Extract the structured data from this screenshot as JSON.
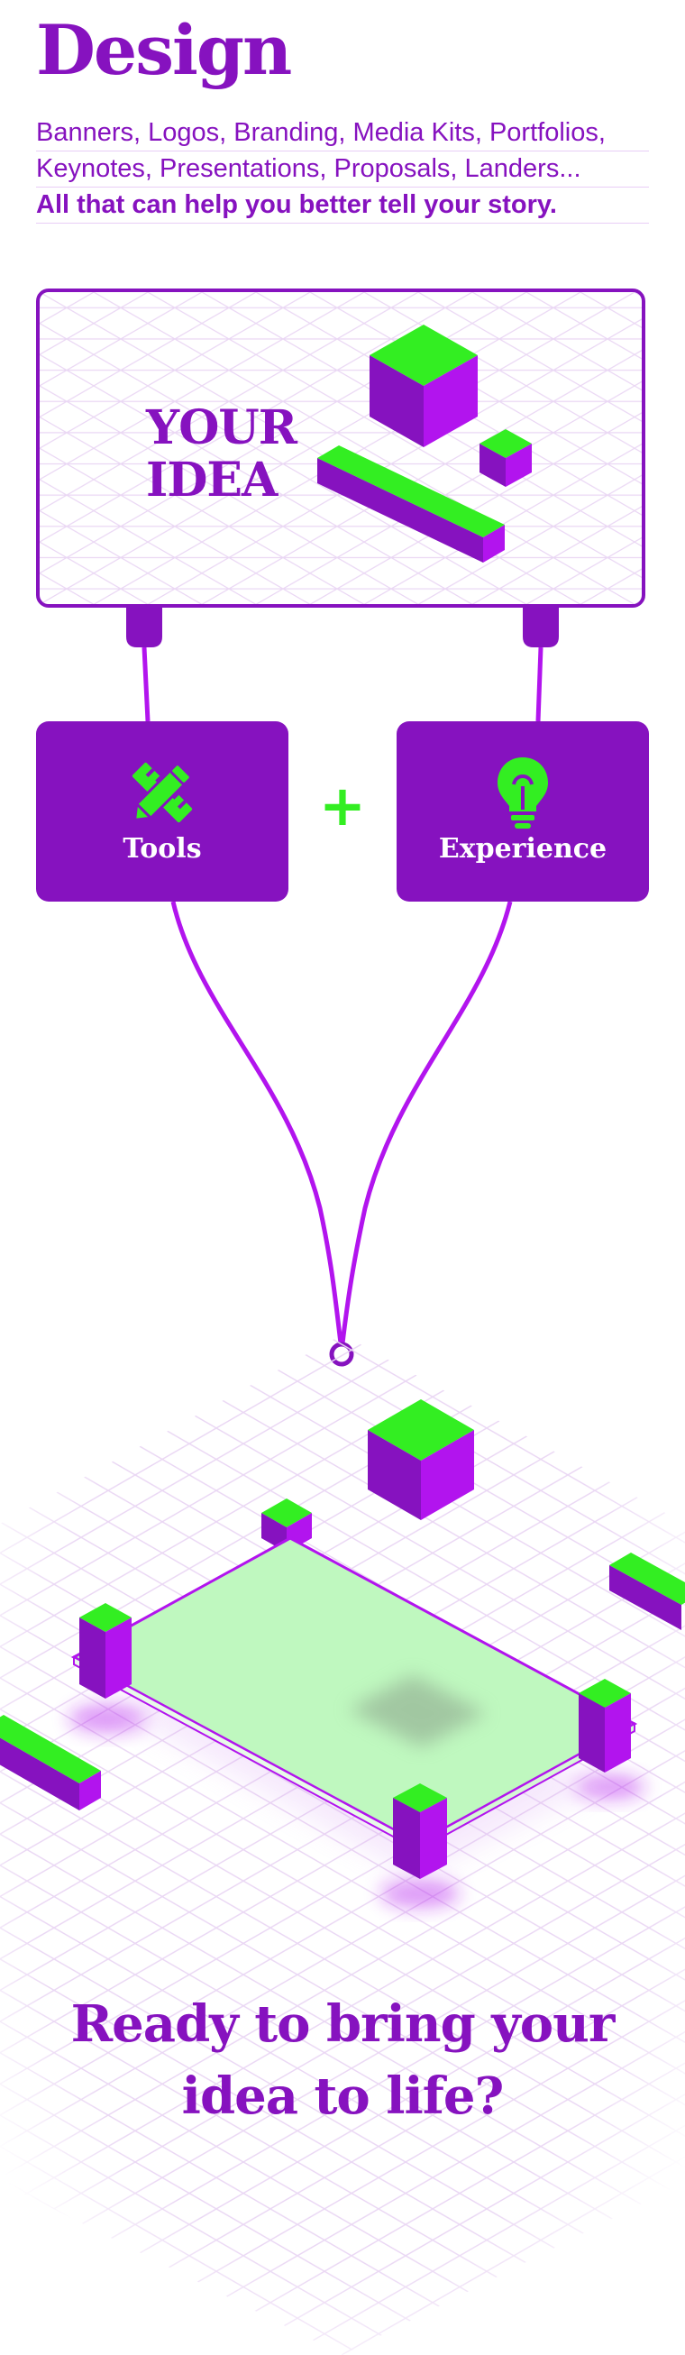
{
  "header": {
    "title": "Design",
    "line1": "Banners, Logos, Branding, Media Kits, Portfolios,",
    "line2": "Keynotes, Presentations, Proposals, Landers...",
    "line3": "All that can help you better tell your story."
  },
  "idea": {
    "line1": "YOUR",
    "line2": "IDEA"
  },
  "boxes": {
    "tools_label": "Tools",
    "tools_icon": "pencil-ruler-icon",
    "plus": "+",
    "experience_label": "Experience",
    "experience_icon": "lightbulb-icon"
  },
  "cta": {
    "line1": "Ready to bring your",
    "line2": "idea to life?"
  },
  "colors": {
    "purple": "#8612bf",
    "bright_purple": "#b214ee",
    "green": "#33ee22",
    "light_green": "#bff8bf",
    "grid": "#ead7f4"
  }
}
